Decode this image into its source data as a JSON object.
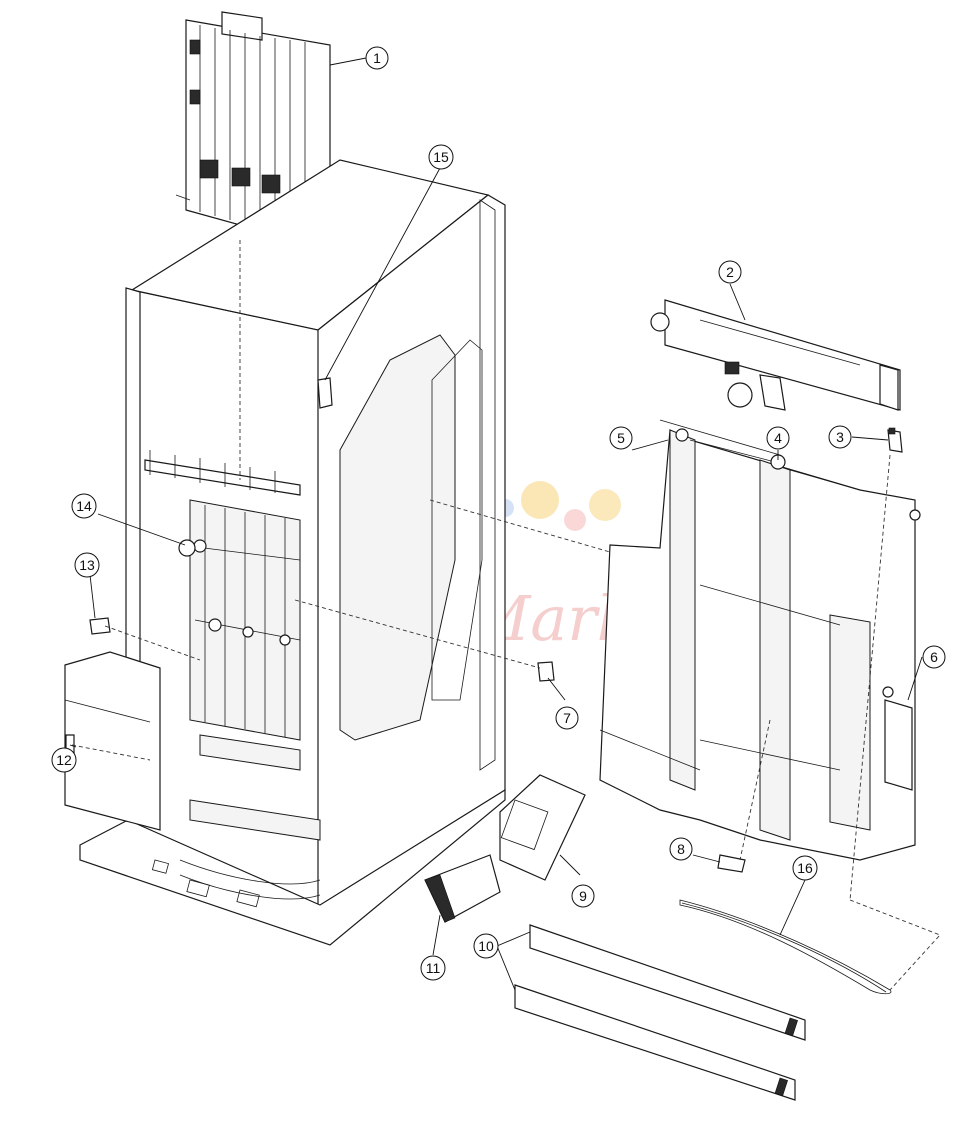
{
  "watermark": {
    "text": "Ink-Market",
    "dot_colors": [
      "#8fb4e6",
      "#b9cff0",
      "#f7d37a",
      "#f6b8b8"
    ]
  },
  "callouts": [
    {
      "label": "1"
    },
    {
      "label": "2"
    },
    {
      "label": "3"
    },
    {
      "label": "4"
    },
    {
      "label": "5"
    },
    {
      "label": "6"
    },
    {
      "label": "7"
    },
    {
      "label": "8"
    },
    {
      "label": "9"
    },
    {
      "label": "10"
    },
    {
      "label": "11"
    },
    {
      "label": "12"
    },
    {
      "label": "13"
    },
    {
      "label": "14"
    },
    {
      "label": "15"
    },
    {
      "label": "16"
    }
  ]
}
